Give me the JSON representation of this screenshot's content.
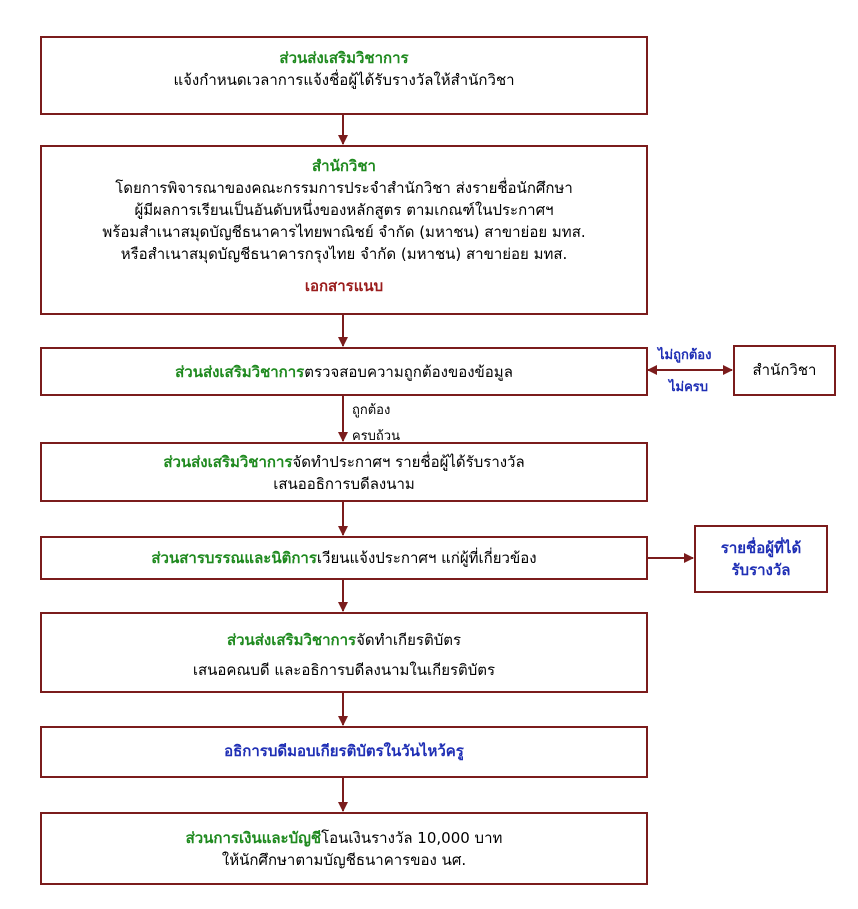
{
  "box1": {
    "title": "ส่วนส่งเสริมวิชาการ",
    "text": "แจ้งกำหนดเวลาการแจ้งชื่อผู้ได้รับรางวัลให้สำนักวิชา"
  },
  "box2": {
    "title": "สำนักวิชา",
    "lines": [
      "โดยการพิจารณาของคณะกรรมการประจำสำนักวิชา ส่งรายชื่อนักศึกษา",
      "ผู้มีผลการเรียนเป็นอันดับหนึ่งของหลักสูตร ตามเกณฑ์ในประกาศฯ",
      "พร้อมสำเนาสมุดบัญชีธนาคารไทยพาณิชย์ จำกัด (มหาชน) สาขาย่อย มทส.",
      "หรือสำเนาสมุดบัญชีธนาคารกรุงไทย จำกัด (มหาชน) สาขาย่อย มทส."
    ],
    "attachment": "เอกสารแนบ"
  },
  "box3": {
    "org": "ส่วนส่งเสริมวิชาการ",
    "text": "ตรวจสอบความถูกต้องของข้อมูล"
  },
  "side_box": {
    "text": "สำนักวิชา"
  },
  "label_incorrect": "ไม่ถูกต้อง",
  "label_incomplete": "ไม่ครบ",
  "label_correct": "ถูกต้อง",
  "label_complete": "ครบถ้วน",
  "box4": {
    "org": "ส่วนส่งเสริมวิชาการ",
    "text1": "จัดทำประกาศฯ รายชื่อผู้ได้รับรางวัล",
    "text2": "เสนออธิการบดีลงนาม"
  },
  "box5": {
    "org": "ส่วนสารบรรณและนิติการ",
    "text": "เวียนแจ้งประกาศฯ แก่ผู้ที่เกี่ยวข้อง"
  },
  "winners_box": {
    "line1": "รายชื่อผู้ที่ได้",
    "line2": "รับรางวัล"
  },
  "box6": {
    "org": "ส่วนส่งเสริมวิชาการ",
    "text1": "จัดทำเกียรติบัตร",
    "text2": "เสนอคณบดี และอธิการบดีลงนามในเกียรติบัตร"
  },
  "box7": {
    "text": "อธิการบดีมอบเกียรติบัตรในวันไหว้ครู"
  },
  "box8": {
    "org": "ส่วนการเงินและบัญชี",
    "text1": "โอนเงินรางวัล 10,000 บาท",
    "text2": "ให้นักศึกษาตามบัญชีธนาคารของ นศ."
  },
  "colors": {
    "border": "#7b1c1c",
    "arrow": "#7b1c1c",
    "green": "#1f8a1f",
    "blue": "#1f2fb5",
    "maroon": "#9a1c1c"
  }
}
